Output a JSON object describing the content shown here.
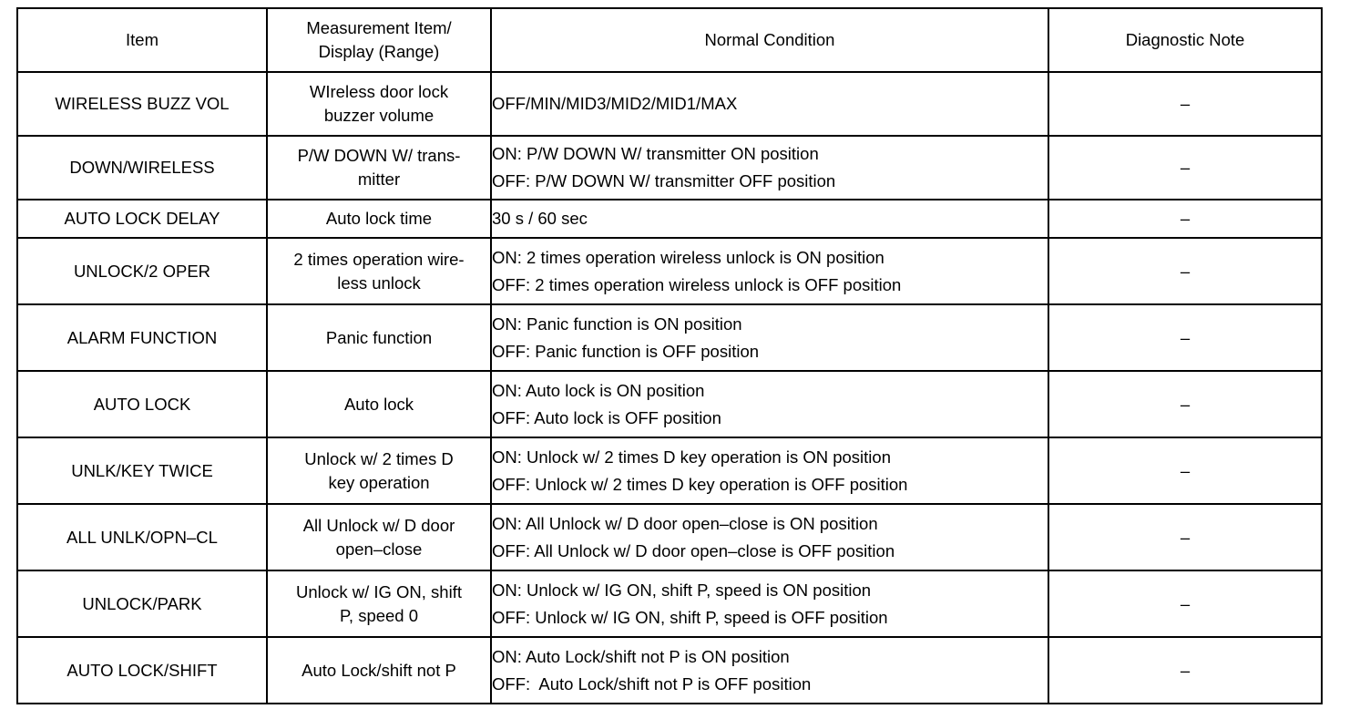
{
  "table": {
    "headers": [
      {
        "label": "Item"
      },
      {
        "label_line1": "Measurement Item/",
        "label_line2": "Display (Range)"
      },
      {
        "label": "Normal Condition"
      },
      {
        "label": "Diagnostic Note"
      }
    ],
    "dash": "–",
    "rows": [
      {
        "item": "WIRELESS BUZZ VOL",
        "measurement_line1": "WIreless door lock",
        "measurement_line2": "buzzer volume",
        "normal_line1": "OFF/MIN/MID3/MID2/MID1/MAX",
        "normal_line2": "",
        "diagnostic": "–"
      },
      {
        "item": "DOWN/WIRELESS",
        "measurement_line1": "P/W DOWN W/ trans-",
        "measurement_line2": "mitter",
        "normal_line1": "ON: P/W DOWN W/ transmitter ON position",
        "normal_line2": "OFF: P/W DOWN W/ transmitter OFF position",
        "diagnostic": "–"
      },
      {
        "item": "AUTO LOCK DELAY",
        "measurement_line1": "Auto lock time",
        "measurement_line2": "",
        "normal_line1": "30 s / 60 sec",
        "normal_line2": "",
        "diagnostic": "–"
      },
      {
        "item": "UNLOCK/2 OPER",
        "measurement_line1": "2 times operation wire-",
        "measurement_line2": "less unlock",
        "normal_line1": "ON: 2 times operation wireless unlock is ON position",
        "normal_line2": "OFF: 2 times operation wireless unlock is OFF position",
        "diagnostic": "–"
      },
      {
        "item": "ALARM FUNCTION",
        "measurement_line1": "Panic function",
        "measurement_line2": "",
        "normal_line1": "ON: Panic function is ON position",
        "normal_line2": "OFF: Panic function is OFF position",
        "diagnostic": "–"
      },
      {
        "item": "AUTO LOCK",
        "measurement_line1": "Auto lock",
        "measurement_line2": "",
        "normal_line1": "ON: Auto lock is ON position",
        "normal_line2": "OFF: Auto lock is OFF position",
        "diagnostic": "–"
      },
      {
        "item": "UNLK/KEY TWICE",
        "measurement_line1": "Unlock w/ 2 times D",
        "measurement_line2": "key operation",
        "normal_line1": "ON: Unlock w/ 2 times D key operation is ON position",
        "normal_line2": "OFF: Unlock w/ 2 times D key operation is OFF position",
        "diagnostic": "–"
      },
      {
        "item": "ALL UNLK/OPN–CL",
        "measurement_line1": "All Unlock w/ D door",
        "measurement_line2": "open–close",
        "normal_line1": "ON: All Unlock w/ D door open–close is ON position",
        "normal_line2": "OFF: All Unlock w/ D door open–close is OFF position",
        "diagnostic": "–"
      },
      {
        "item": "UNLOCK/PARK",
        "measurement_line1": "Unlock w/ IG ON, shift",
        "measurement_line2": "P, speed 0",
        "normal_line1": "ON: Unlock w/ IG ON, shift P, speed is ON position",
        "normal_line2": "OFF: Unlock w/ IG ON, shift P, speed is OFF position",
        "diagnostic": "–"
      },
      {
        "item": "AUTO LOCK/SHIFT",
        "measurement_line1": "Auto Lock/shift not P",
        "measurement_line2": "",
        "normal_line1": "ON: Auto Lock/shift not P is ON position",
        "normal_line2": "OFF:  Auto Lock/shift not P is OFF position",
        "diagnostic": "–"
      }
    ]
  }
}
